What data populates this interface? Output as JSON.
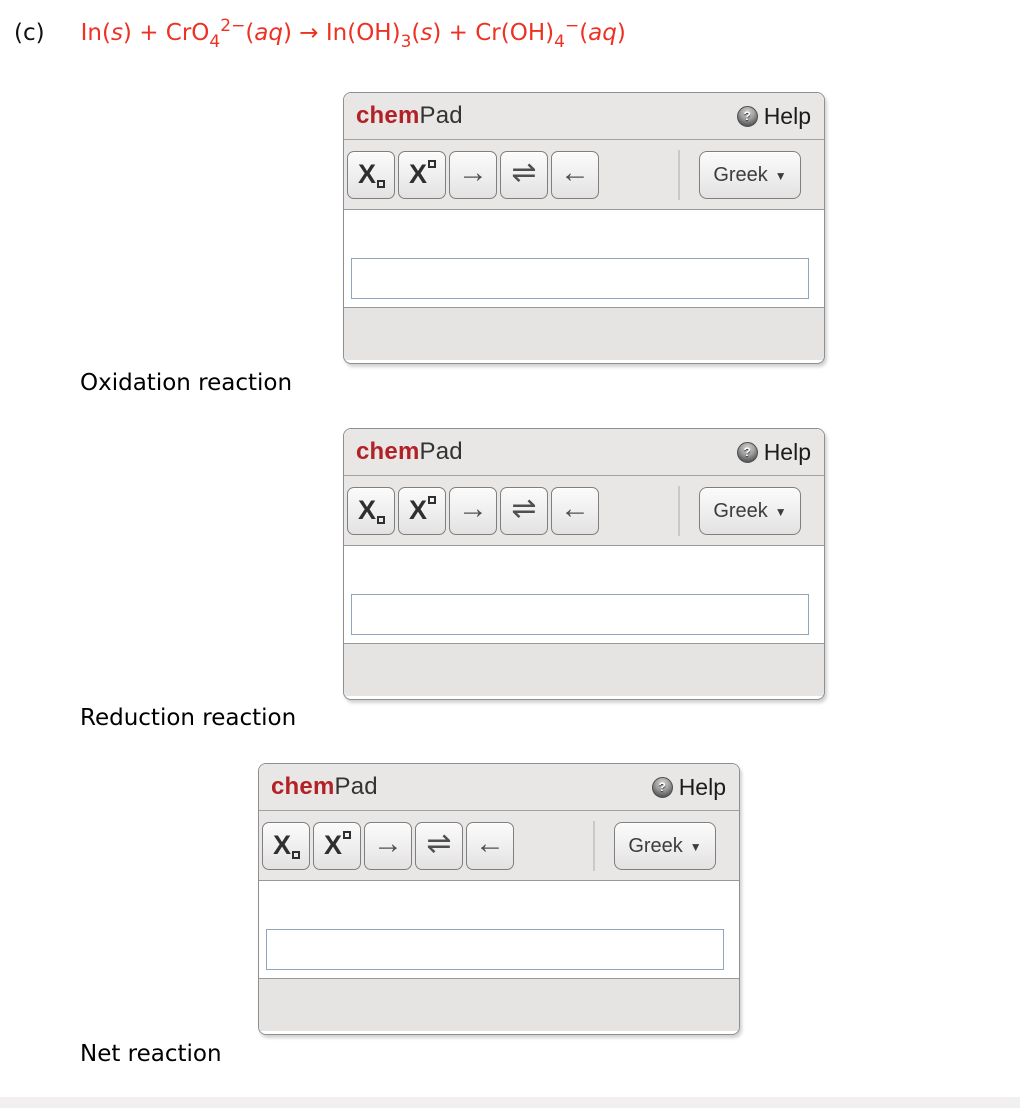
{
  "colors": {
    "equation-red": "#ee3123",
    "brand-red": "#b22126",
    "panel-bg": "#e9e6e6",
    "footer-bg": "#e6e3e3",
    "panel-border": "#8f8f8f",
    "input-border": "#8fa6bd",
    "glyph-dark": "#2f2f2f",
    "arrow-gray": "#4f4f4f"
  },
  "equation_line": {
    "part_label": "(c)",
    "segments": [
      {
        "t": "In("
      },
      {
        "t": "s",
        "i": true
      },
      {
        "t": ") + CrO"
      },
      {
        "t": "4",
        "sub": true
      },
      {
        "t": "2−",
        "sup": true
      },
      {
        "t": "("
      },
      {
        "t": "aq",
        "i": true
      },
      {
        "t": ") → In(OH)"
      },
      {
        "t": "3",
        "sub": true
      },
      {
        "t": "("
      },
      {
        "t": "s",
        "i": true
      },
      {
        "t": ") + Cr(OH)"
      },
      {
        "t": "4",
        "sub": true
      },
      {
        "t": "−",
        "sup": true
      },
      {
        "t": "("
      },
      {
        "t": "aq",
        "i": true
      },
      {
        "t": ")"
      }
    ]
  },
  "chempad": {
    "brand_chem": "chem",
    "brand_pad": "Pad",
    "help": {
      "label": "Help",
      "icon_glyph": "?"
    },
    "toolbar": {
      "subscript_glyph": "X",
      "superscript_glyph": "X",
      "right_arrow_glyph": "→",
      "equilibrium_glyph": "⇌",
      "left_arrow_glyph": "←",
      "greek_label": "Greek",
      "greek_caret": "▼"
    },
    "formula_display_value": "",
    "input_value": "",
    "input_placeholder": ""
  },
  "sections": [
    {
      "label": "Oxidation reaction"
    },
    {
      "label": "Reduction reaction"
    },
    {
      "label": "Net reaction"
    }
  ]
}
